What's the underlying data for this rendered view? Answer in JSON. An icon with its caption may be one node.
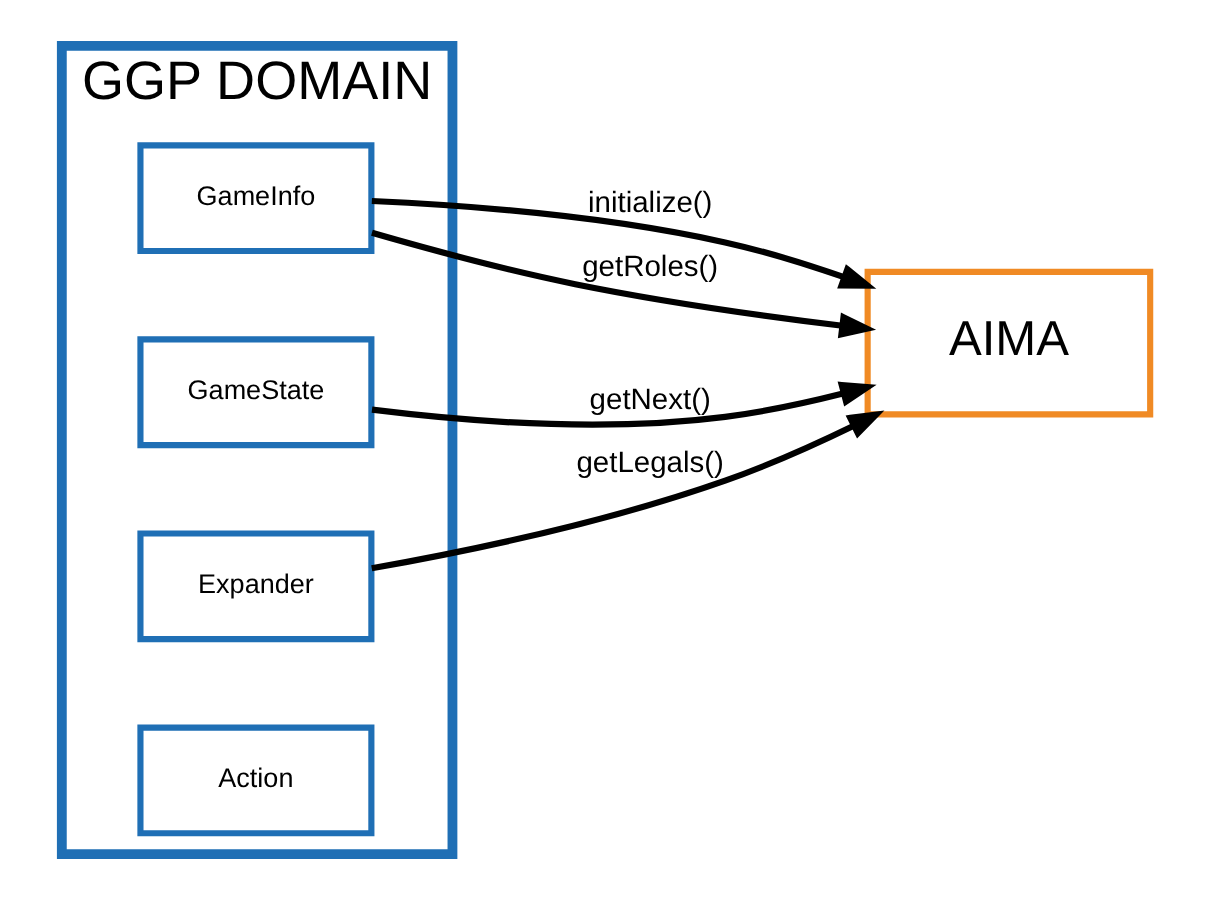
{
  "diagram": {
    "nodes": [
      {
        "text": [
          "GGP DOMAIN"
        ]
      },
      {
        "text": [
          "GameInfo"
        ],
        "in": 0
      },
      {
        "text": [
          "GameState"
        ],
        "in": 0
      },
      {
        "text": [
          "Expander"
        ],
        "in": 0
      },
      {
        "text": [
          "Action"
        ],
        "in": 0
      },
      {
        "text": [
          "AIMA"
        ]
      }
    ],
    "edges": [
      {
        "from": 1,
        "to": 5,
        "arrow": "to",
        "label": "initialize()"
      },
      {
        "from": 1,
        "to": 5,
        "arrow": "to",
        "label": "getRoles()"
      },
      {
        "from": 2,
        "to": 5,
        "arrow": "to",
        "label": "getNext()"
      },
      {
        "from": 3,
        "to": 5,
        "arrow": "to",
        "label": "getLegals()"
      }
    ]
  }
}
